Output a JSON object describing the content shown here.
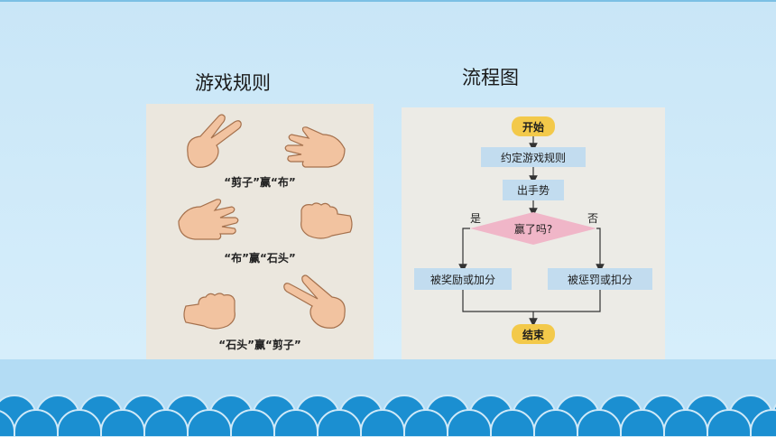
{
  "titles": {
    "rules": "游戏规则",
    "flowchart": "流程图"
  },
  "rules": {
    "captions": [
      "“剪子”赢“布”",
      "“布”赢“石头”",
      "“石头”赢“剪子”"
    ]
  },
  "flowchart": {
    "start": "开始",
    "agree_rules": "约定游戏规则",
    "show_hand": "出手势",
    "decision": "赢了吗?",
    "yes": "是",
    "no": "否",
    "reward": "被奖励或加分",
    "punish": "被惩罚或扣分",
    "end": "结束"
  },
  "colors": {
    "background": "#cfe9f8",
    "wave": "#1b8fd1",
    "flow_box": "#c2dcef",
    "decision": "#f0b6c8",
    "terminal": "#f3c94a"
  }
}
